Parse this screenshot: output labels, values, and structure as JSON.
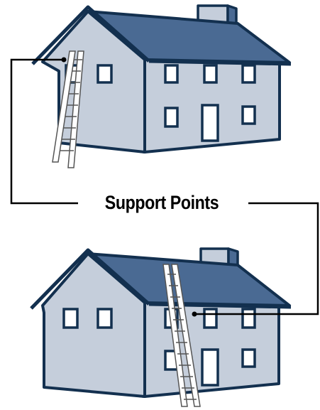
{
  "caption": "Support Points",
  "colors": {
    "roof": "#4a6a93",
    "roof_dark": "#3c5b82",
    "wall": "#c5cedb",
    "wall_shade": "#b3bdcc",
    "outline": "#13304f",
    "window_fill": "#ffffff",
    "ladder_fill": "#ffffff",
    "ladder_stroke": "#555555",
    "connector": "#000000"
  },
  "diagram": {
    "houses": [
      {
        "name": "house-top",
        "ladder": "leaning-against-gable-wall"
      },
      {
        "name": "house-bottom",
        "ladder": "leaning-against-eave-wall"
      }
    ],
    "connectors": 2
  }
}
